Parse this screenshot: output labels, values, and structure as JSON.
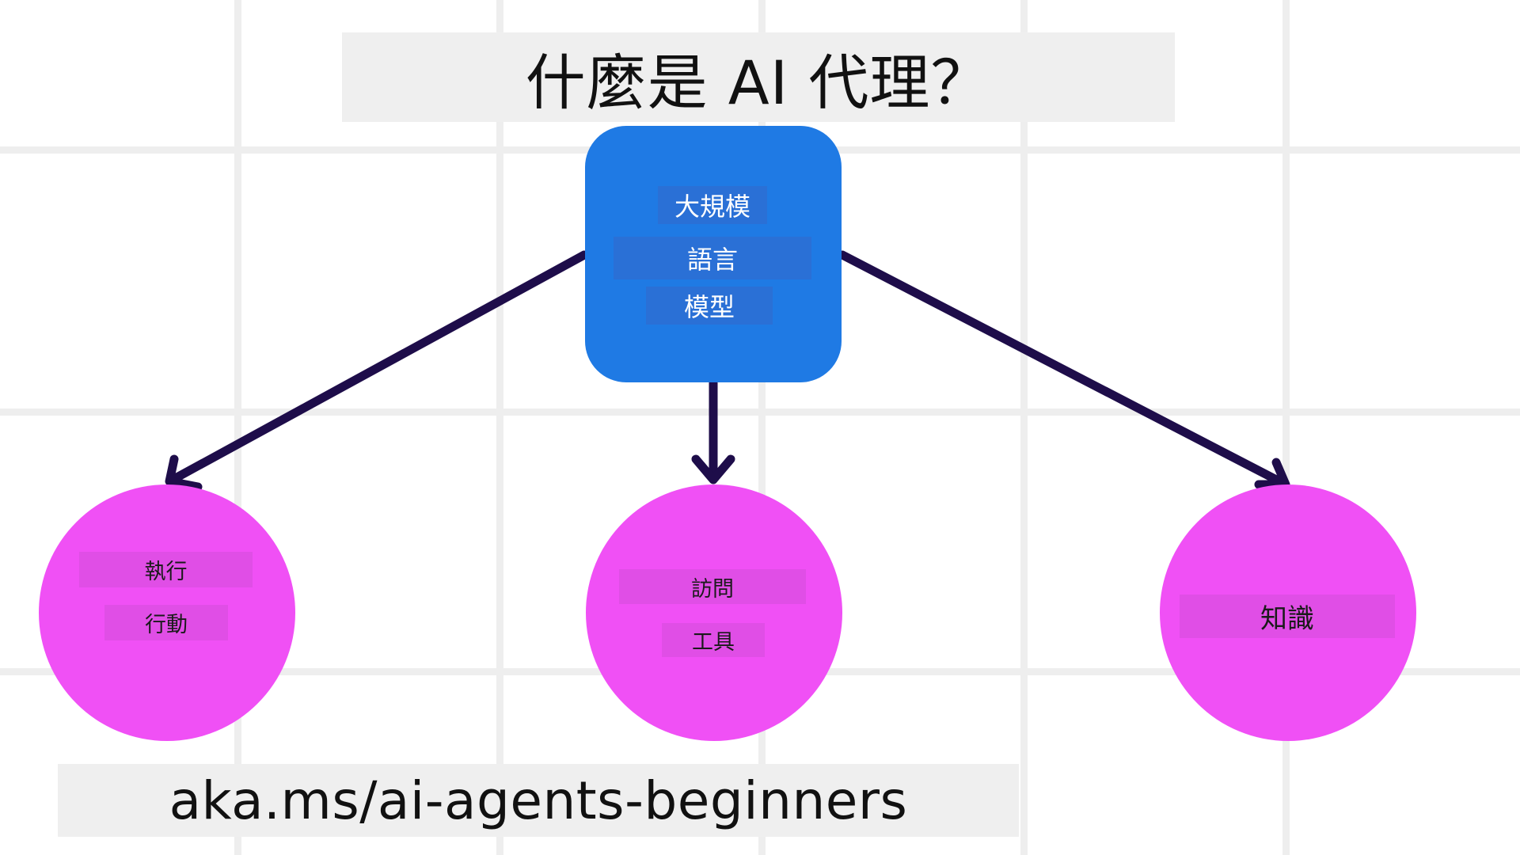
{
  "title": "什麼是 AI 代理？",
  "center_node": {
    "lines": [
      "大規模",
      "語言",
      "模型"
    ]
  },
  "nodes": {
    "action": {
      "lines": [
        "執行",
        "行動"
      ]
    },
    "tools": {
      "lines": [
        "訪問",
        "工具"
      ]
    },
    "knowledge": {
      "lines": [
        "知識"
      ]
    }
  },
  "footer": {
    "url": "aka.ms/ai-agents-beginners"
  },
  "colors": {
    "center_node": "#1f7ae4",
    "leaf_nodes": "#f050f5",
    "arrows": "#1e0d4a",
    "grid": "#eeeeee",
    "label_boxes": "#efefef"
  }
}
